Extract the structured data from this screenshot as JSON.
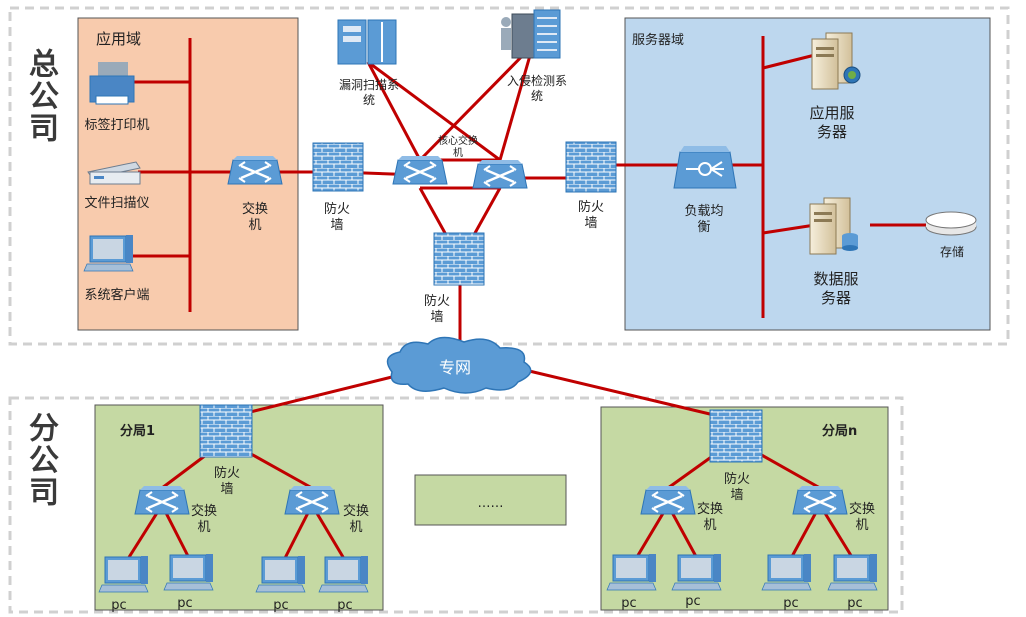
{
  "sections": {
    "hq": "总公司",
    "branch": "分公司"
  },
  "hq": {
    "app_domain": {
      "title": "应用域",
      "label_printer": "标签打印机",
      "doc_scanner": "文件扫描仪",
      "sys_client": "系统客户端",
      "switch": "交换\n机"
    },
    "firewall_left": "防火\n墙",
    "vuln_scan": "漏洞扫描系\n统",
    "ids": "入侵检测系\n统",
    "core_switch": "核心交换\n机",
    "firewall_center": "防火\n墙",
    "firewall_right": "防火\n墙",
    "server_domain": {
      "title": "服务器域",
      "load_balancer": "负载均\n衡",
      "app_server": "应用服\n务器",
      "db_server": "数据服\n务器",
      "storage": "存储"
    }
  },
  "private_net": "专网",
  "branches": {
    "b1": {
      "title": "分局1",
      "firewall": "防火\n墙",
      "switch_left": "交换\n机",
      "switch_right": "交换\n机",
      "pcs": [
        "pc",
        "pc",
        "pc",
        "pc"
      ]
    },
    "ellipsis": "……",
    "bn": {
      "title": "分局n",
      "firewall": "防火\n墙",
      "switch_left": "交换\n机",
      "switch_right": "交换\n机",
      "pcs": [
        "pc",
        "pc",
        "pc",
        "pc"
      ]
    }
  },
  "colors": {
    "link": "#c00000",
    "app_domain_fill": "#f8cbad",
    "server_domain_fill": "#bdd7ee",
    "branch_fill": "#c5d9a3",
    "device_blue": "#5b9bd5",
    "dashed_border": "#d0d0d0"
  }
}
